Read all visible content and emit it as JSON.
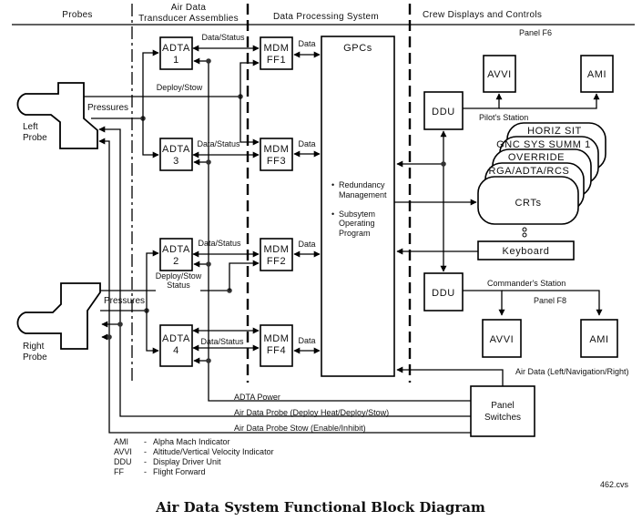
{
  "columns": [
    {
      "label": "Probes"
    },
    {
      "label_line1": "Air Data",
      "label_line2": "Transducer Assemblies"
    },
    {
      "label": "Data Processing System"
    },
    {
      "label": "Crew Displays and Controls"
    }
  ],
  "probes": {
    "left": {
      "line1": "Left",
      "line2": "Probe"
    },
    "right": {
      "line1": "Right",
      "line2": "Probe"
    }
  },
  "adtas": [
    {
      "line1": "ADTA",
      "line2": "1"
    },
    {
      "line1": "ADTA",
      "line2": "3"
    },
    {
      "line1": "ADTA",
      "line2": "2"
    },
    {
      "line1": "ADTA",
      "line2": "4"
    }
  ],
  "mdms": [
    {
      "line1": "MDM",
      "line2": "FF1"
    },
    {
      "line1": "MDM",
      "line2": "FF3"
    },
    {
      "line1": "MDM",
      "line2": "FF2"
    },
    {
      "line1": "MDM",
      "line2": "FF4"
    }
  ],
  "signals": {
    "data_status": "Data/Status",
    "data": "Data",
    "deploy_stow_line1": "Deploy/Stow",
    "deploy_stow_line2": "Status",
    "pressures": "Pressures",
    "adta_power": "ADTA Power",
    "probe_deploy": "Air Data Probe (Deploy Heat/Deploy/Stow)",
    "probe_stow": "Air Data Probe Stow (Enable/Inhibit)",
    "air_data_select": "Air Data (Left/Navigation/Right)"
  },
  "gpcs": {
    "title": "GPCs",
    "bullet": "•",
    "func1_line1": "Redundancy",
    "func1_line2": "Management",
    "func2_line1": "Subsytem",
    "func2_line2": "Operating",
    "func2_line3": "Program"
  },
  "crew": {
    "panel_f6": "Panel F6",
    "panel_f8": "Panel F8",
    "pilot_station": "Pilot's Station",
    "commander_station": "Commander's Station",
    "ddu": "DDU",
    "avvi": "AVVI",
    "ami": "AMI",
    "crt_pages": [
      "HORIZ SIT",
      "GNC SYS SUMM 1",
      "OVERRIDE",
      "RGA/ADTA/RCS",
      "CRTs"
    ],
    "keyboard": "Keyboard",
    "panel_switches_line1": "Panel",
    "panel_switches_line2": "Switches"
  },
  "legend": [
    {
      "abbr": "AMI",
      "sep": "-",
      "desc": "Alpha Mach Indicator"
    },
    {
      "abbr": "AVVI",
      "sep": "-",
      "desc": "Altitude/Vertical Velocity Indicator"
    },
    {
      "abbr": "DDU",
      "sep": "-",
      "desc": "Display Driver Unit"
    },
    {
      "abbr": "FF",
      "sep": "-",
      "desc": "Flight Forward"
    }
  ],
  "figure_id": "462.cvs",
  "caption": "Air Data System Functional Block Diagram"
}
